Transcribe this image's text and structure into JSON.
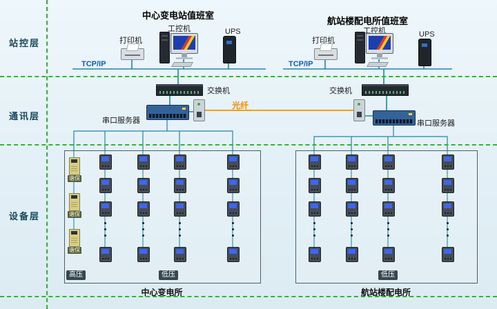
{
  "layers": {
    "station_label": "站控层",
    "comm_label": "通讯层",
    "device_label": "设备层"
  },
  "left_room": {
    "title": "中心变电站值班室",
    "printer_label": "打印机",
    "pc_label": "工控机",
    "ups_label": "UPS",
    "tcpip_label": "TCP/IP",
    "switch_label": "交换机",
    "serial_server_label": "串口服务器",
    "hv_label": "高压",
    "lv_label": "低压",
    "harmonic_label": "谐保",
    "station_name": "中心变电所"
  },
  "right_room": {
    "title": "航站楼配电所值班室",
    "printer_label": "打印机",
    "pc_label": "工控机",
    "ups_label": "UPS",
    "tcpip_label": "TCP/IP",
    "switch_label": "交换机",
    "serial_server_label": "串口服务器",
    "lv_label": "低压",
    "station_name": "航站楼配电所"
  },
  "fiber_label": "光纤",
  "colors": {
    "separator_green": "#2db82d",
    "network_line_teal": "#1e86a8",
    "fiber_orange": "#f0a300",
    "tcpip_blue": "#0f5bc4",
    "fiber_text_orange": "#ff8c00"
  }
}
